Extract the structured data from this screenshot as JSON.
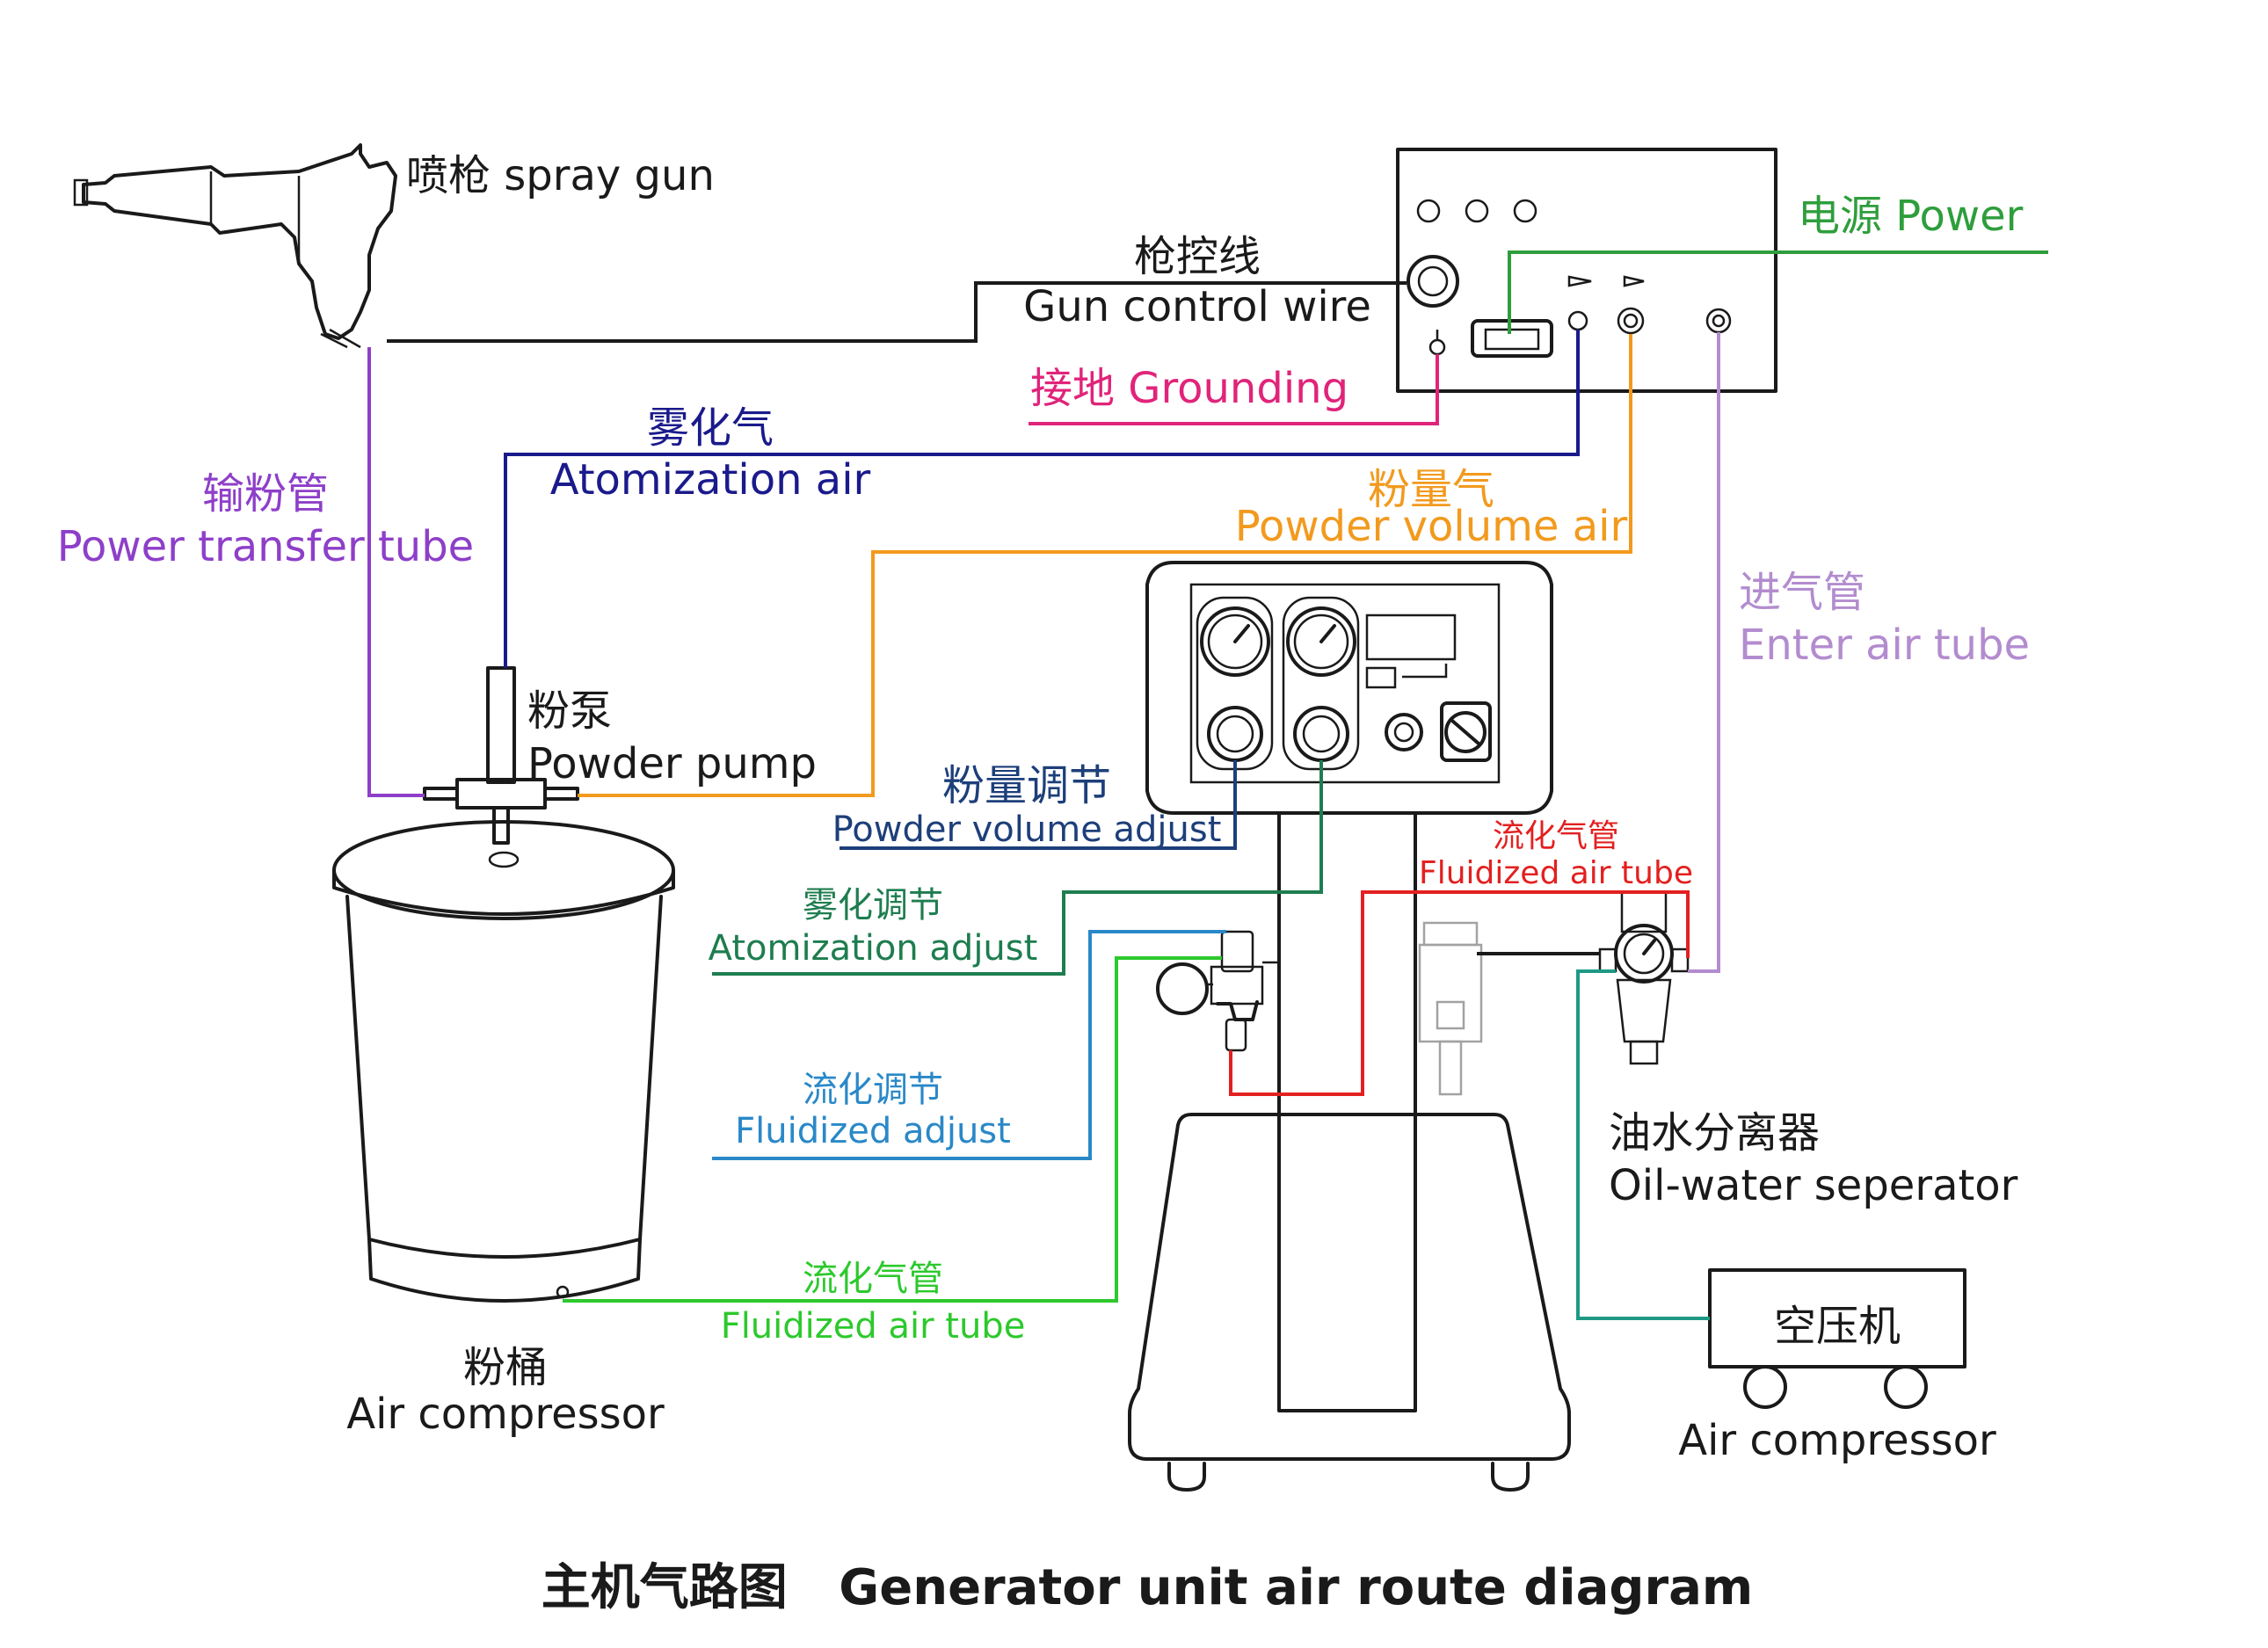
{
  "title": "主机气路图   Generator unit air route diagram",
  "colors": {
    "black": "#1a1a1a",
    "grounding": "#e0247a",
    "atomization_air": "#1a1a8c",
    "powder_volume_air": "#f29a1e",
    "power": "#2e9e3c",
    "enter_air": "#b38ccf",
    "transfer_tube": "#8e3fc9",
    "powder_volume_adjust": "#1d3f7a",
    "atomization_adjust": "#1e7d4f",
    "fluidized_adjust": "#2a88c8",
    "fluidized_air_tube_red": "#e32020",
    "fluidized_air_tube_green": "#2cc92c",
    "compressor_line": "#1e9985"
  },
  "labels": {
    "spray_gun": "喷枪 spray gun",
    "gun_control_cn": "枪控线",
    "gun_control_en": "Gun control wire",
    "power": "电源 Power",
    "grounding": "接地 Grounding",
    "atomization_cn": "雾化气",
    "atomization_en": "Atomization air",
    "powder_volume_cn": "粉量气",
    "powder_volume_en": "Powder volume air",
    "transfer_cn": "输粉管",
    "transfer_en": "Power transfer tube",
    "enter_air_cn": "进气管",
    "enter_air_en": "Enter air tube",
    "pump_cn": "粉泵",
    "pump_en": "Powder pump",
    "pva_cn": "粉量调节",
    "pva_en": "Powder volume adjust",
    "fat_red_cn": "流化气管",
    "fat_red_en": "Fluidized air tube",
    "atom_adj_cn": "雾化调节",
    "atom_adj_en": "Atomization adjust",
    "fluid_adj_cn": "流化调节",
    "fluid_adj_en": "Fluidized adjust",
    "oil_water_cn": "油水分离器",
    "oil_water_en": "Oil-water seperator",
    "fat_green_cn": "流化气管",
    "fat_green_en": "Fluidized air tube",
    "hopper_cn": "粉桶",
    "hopper_en": "Air compressor",
    "compressor_cn": "空压机",
    "compressor_en": "Air compressor"
  }
}
